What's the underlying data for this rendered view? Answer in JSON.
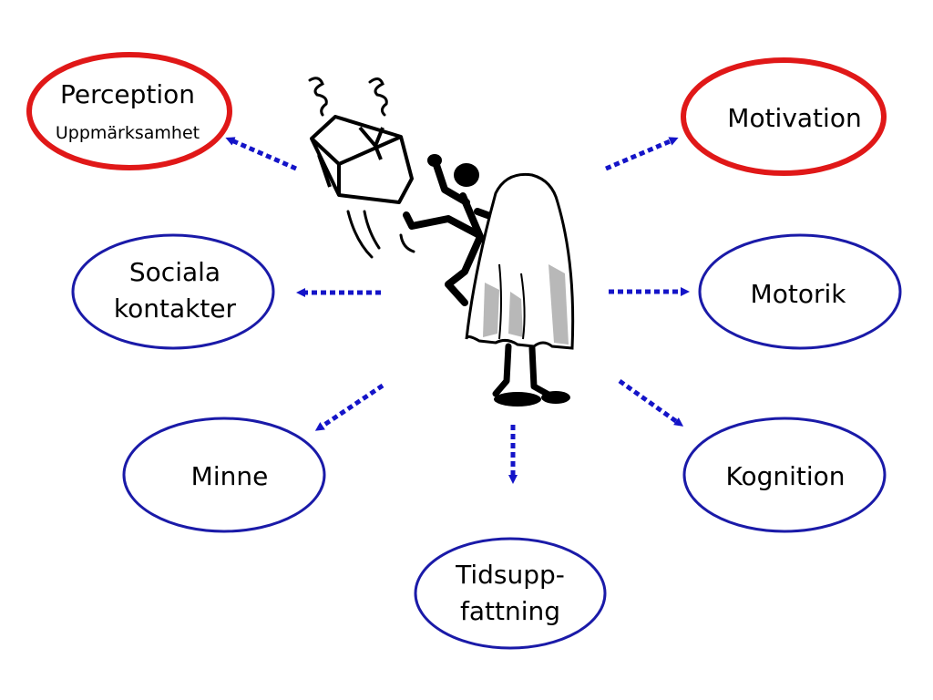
{
  "colors": {
    "highlight_border": "#e01818",
    "normal_border": "#1a1aa8",
    "arrow": "#1414c8",
    "ink": "#000000",
    "sheet": "#ffffff",
    "sheet_shadow": "#b8b8b8"
  },
  "center": {
    "illustration": "figure-kicking-box-ghost-illustration"
  },
  "nodes": [
    {
      "id": "perception",
      "lines": [
        "Perception",
        "Uppmärksamhet"
      ],
      "highlighted": true
    },
    {
      "id": "motivation",
      "lines": [
        "Motivation"
      ],
      "highlighted": true
    },
    {
      "id": "sociala-kontakter",
      "lines": [
        "Sociala",
        "kontakter"
      ],
      "highlighted": false
    },
    {
      "id": "motorik",
      "lines": [
        "Motorik"
      ],
      "highlighted": false
    },
    {
      "id": "minne",
      "lines": [
        "Minne"
      ],
      "highlighted": false
    },
    {
      "id": "kognition",
      "lines": [
        "Kognition"
      ],
      "highlighted": false
    },
    {
      "id": "tidsuppfattning",
      "lines": [
        "Tidsupp-",
        "fattning"
      ],
      "highlighted": false
    }
  ]
}
